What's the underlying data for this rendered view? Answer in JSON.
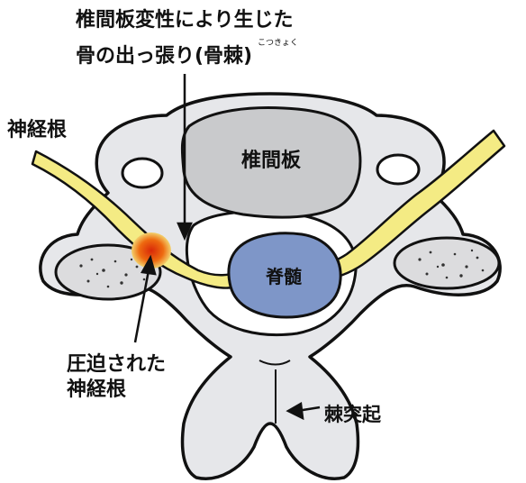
{
  "title": {
    "line1": "椎間板変性により生じた",
    "line2": "骨の出っ張り(骨棘)",
    "ruby": "こつきょく"
  },
  "labels": {
    "nerve_root": "神経根",
    "disc": "椎間板",
    "spinal_cord": "脊髄",
    "compressed_line1": "圧迫された",
    "compressed_line2": "神経根",
    "spinous_process": "棘突起"
  },
  "colors": {
    "bone_fill": "#e6e7ea",
    "disc_fill": "#c9cacc",
    "cord_fill": "#7e96c8",
    "nerve_fill": "#f4eb84",
    "compression": "#e53010",
    "outline": "#111111"
  }
}
